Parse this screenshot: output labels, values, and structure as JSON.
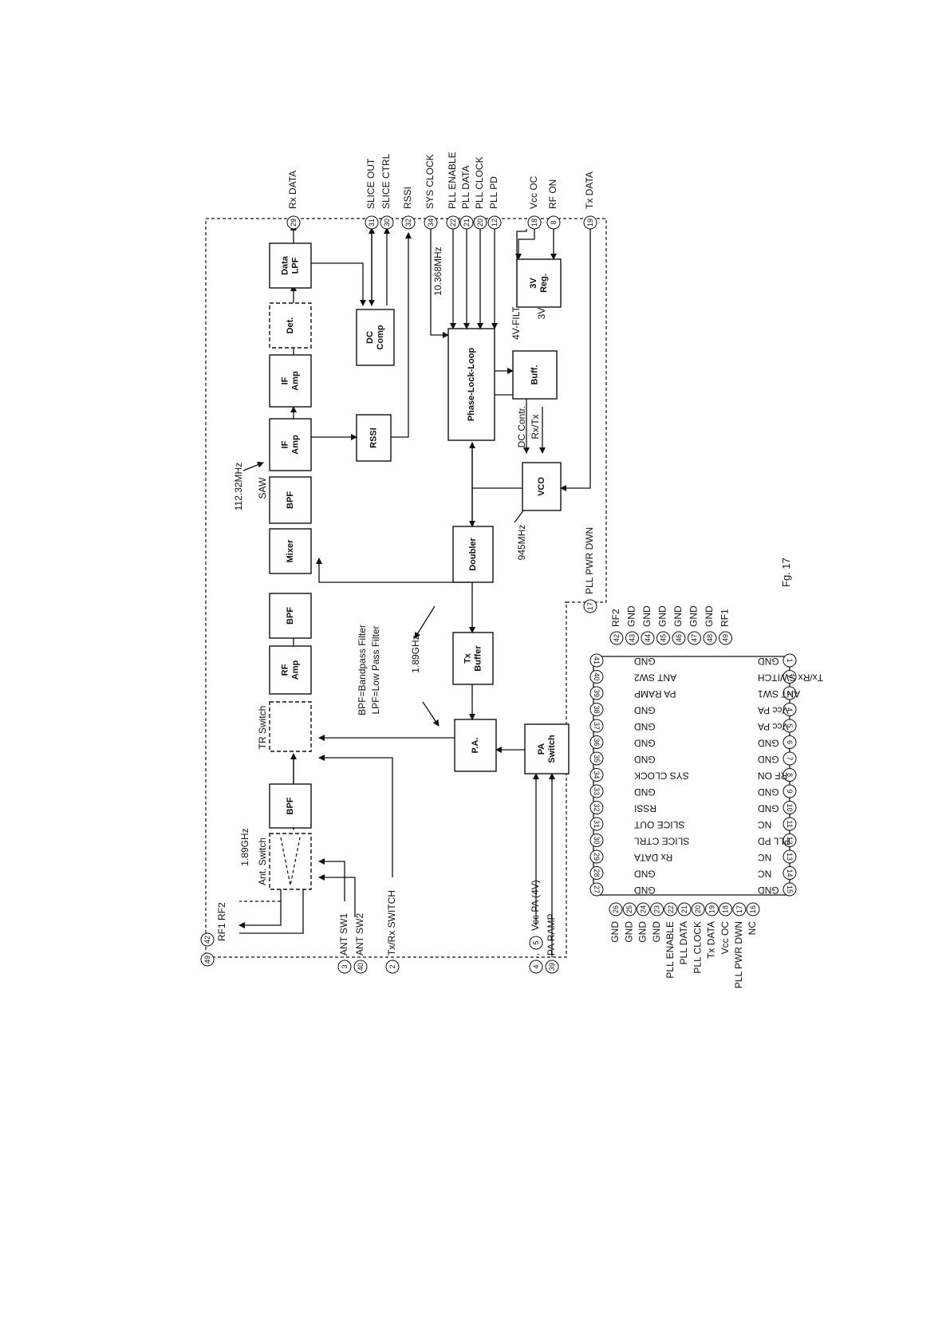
{
  "figure_caption": "Fg. 17",
  "blocks": {
    "ant_switch": "Ant. Switch",
    "bpf_a": "BPF",
    "tr_switch": "TR Switch",
    "rf_amp": [
      "RF",
      "Amp"
    ],
    "bpf_b": "BPF",
    "mixer": "Mixer",
    "bpf_c": "BPF",
    "if_amp_1": [
      "IF",
      "Amp"
    ],
    "if_amp_2": [
      "IF",
      "Amp"
    ],
    "det": "Det.",
    "data_lpf": [
      "Data",
      "LPF"
    ],
    "rssi": "RSSI",
    "dc_comp": [
      "DC",
      "Comp"
    ],
    "pll": "Phase-Lock-Loop",
    "buff": "Buff.",
    "vreg": [
      "3V",
      "Reg."
    ],
    "doubler": "Doubler",
    "vco": "VCO",
    "tx_buffer": [
      "Tx",
      "Buffer"
    ],
    "pa": "P.A.",
    "pa_switch": [
      "PA",
      "Switch"
    ]
  },
  "annotations": {
    "f_ant": "1.89GHz",
    "f_if": "112.32MHz",
    "saw": "SAW",
    "f_ref": "10.368MHz",
    "f_vco": "945MHz",
    "f_lo": "1.89GHz",
    "legend_bpf": "BPF=Bandpass Filter",
    "legend_lpf": "LPF=Low Pass Filter",
    "filt": "4V-FILT",
    "v3": "3V",
    "dc_contr": "DC Contr.",
    "rxtx": "Rx/Tx",
    "rf1rf2": "RF1 RF2"
  },
  "top_pins": [
    {
      "num": "29",
      "label": "Rx DATA"
    },
    {
      "num": "31",
      "label": "SLICE OUT"
    },
    {
      "num": "30",
      "label": "SLICE CTRL"
    },
    {
      "num": "32",
      "label": "RSSI"
    },
    {
      "num": "34",
      "label": "SYS CLOCK"
    },
    {
      "num": "22",
      "label": "PLL ENABLE"
    },
    {
      "num": "21",
      "label": "PLL DATA"
    },
    {
      "num": "20",
      "label": "PLL CLOCK"
    },
    {
      "num": "12",
      "label": "PLL PD"
    },
    {
      "num": "18",
      "label": "Vcc OC"
    },
    {
      "num": "8",
      "label": "RF ON"
    },
    {
      "num": "19",
      "label": "Tx DATA"
    }
  ],
  "bottom_pins": [
    {
      "num": "3",
      "label": "ANT SW1"
    },
    {
      "num": "40",
      "label": "ANT SW2"
    },
    {
      "num": "2",
      "label": "Tx/Rx SWITCH"
    },
    {
      "num": "4",
      "label": ","
    },
    {
      "num": "5",
      "label": "Vcc PA (4V)"
    },
    {
      "num": "39",
      "label": "PA RAMP"
    }
  ],
  "left_pins": {
    "a": "49",
    "b": "42"
  },
  "pll_pwr_dwn": {
    "num": "17",
    "label": "PLL PWR DWN"
  },
  "package": {
    "top_side": [
      {
        "num": "42",
        "label": "RF2"
      },
      {
        "num": "43",
        "label": "GND"
      },
      {
        "num": "44",
        "label": "GND"
      },
      {
        "num": "45",
        "label": "GND"
      },
      {
        "num": "46",
        "label": "GND"
      },
      {
        "num": "47",
        "label": "GND"
      },
      {
        "num": "48",
        "label": "GND"
      },
      {
        "num": "49",
        "label": "RF1"
      }
    ],
    "left_side": [
      {
        "num": "41",
        "label": "GND"
      },
      {
        "num": "40",
        "label": "ANT SW2"
      },
      {
        "num": "39",
        "label": "PA RAMP"
      },
      {
        "num": "38",
        "label": "GND"
      },
      {
        "num": "37",
        "label": "GND"
      },
      {
        "num": "36",
        "label": "GND"
      },
      {
        "num": "35",
        "label": "GND"
      },
      {
        "num": "34",
        "label": "SYS CLOCK"
      },
      {
        "num": "33",
        "label": "GND"
      },
      {
        "num": "32",
        "label": "RSSI"
      },
      {
        "num": "31",
        "label": "SLICE OUT"
      },
      {
        "num": "30",
        "label": "SLICE CTRL"
      },
      {
        "num": "29",
        "label": "Rx DATA"
      },
      {
        "num": "28",
        "label": "GND"
      },
      {
        "num": "27",
        "label": "GND"
      }
    ],
    "right_side": [
      {
        "num": "1",
        "label": "GND"
      },
      {
        "num": "2",
        "label": "Tx/Rx SWITCH"
      },
      {
        "num": "3",
        "label": "ANT SW1"
      },
      {
        "num": "4",
        "label": "Vcc PA"
      },
      {
        "num": "5",
        "label": "Vcc PA"
      },
      {
        "num": "6",
        "label": "GND"
      },
      {
        "num": "7",
        "label": "GND"
      },
      {
        "num": "8",
        "label": "RF ON"
      },
      {
        "num": "9",
        "label": "GND"
      },
      {
        "num": "10",
        "label": "GND"
      },
      {
        "num": "11",
        "label": "NC"
      },
      {
        "num": "12",
        "label": "PLL PD"
      },
      {
        "num": "13",
        "label": "NC"
      },
      {
        "num": "14",
        "label": "NC"
      },
      {
        "num": "15",
        "label": "GND"
      }
    ],
    "bottom_side": [
      {
        "num": "26",
        "label": "GND"
      },
      {
        "num": "25",
        "label": "GND"
      },
      {
        "num": "24",
        "label": "GND"
      },
      {
        "num": "23",
        "label": "GND"
      },
      {
        "num": "22",
        "label": "PLL ENABLE"
      },
      {
        "num": "21",
        "label": "PLL DATA"
      },
      {
        "num": "20",
        "label": "PLL CLOCK"
      },
      {
        "num": "19",
        "label": "Tx DATA"
      },
      {
        "num": "18",
        "label": "Vcc OC"
      },
      {
        "num": "17",
        "label": "PLL PWR DWN"
      },
      {
        "num": "16",
        "label": "NC"
      }
    ]
  }
}
